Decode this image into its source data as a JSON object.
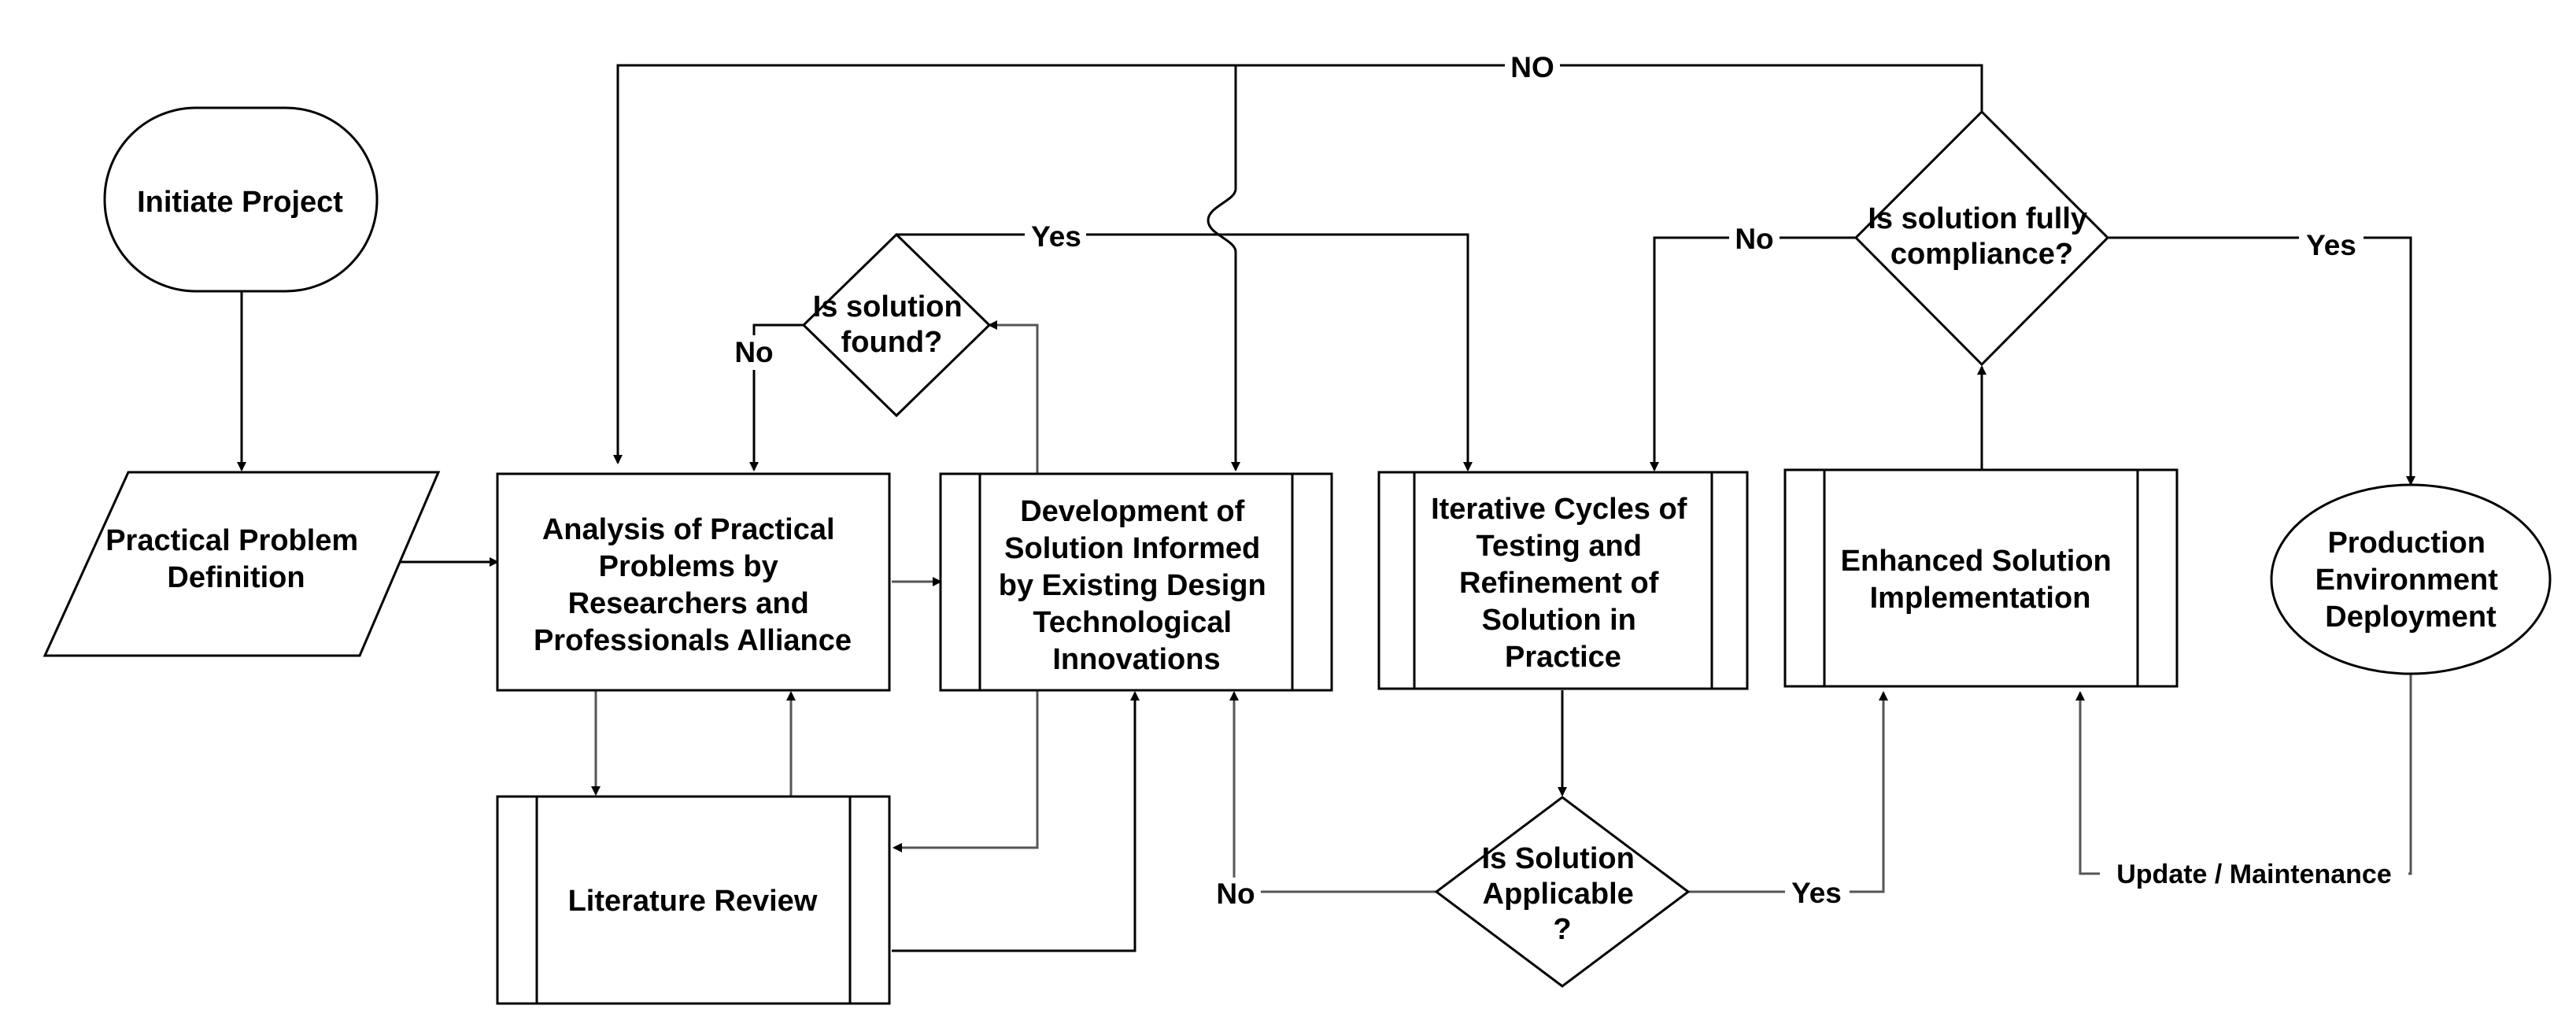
{
  "nodes": {
    "initiate": [
      "Initiate Project"
    ],
    "definition": [
      "Practical Problem",
      "Definition"
    ],
    "analysis": [
      "Analysis of Practical",
      "Problems by",
      "Researchers and",
      "Professionals Alliance"
    ],
    "development": [
      "Development of",
      "Solution Informed",
      "by Existing Design",
      "Technological",
      "Innovations"
    ],
    "iterative": [
      "Iterative Cycles of",
      "Testing and",
      "Refinement of",
      "Solution in",
      "Practice"
    ],
    "enhanced": [
      "Enhanced Solution",
      "Implementation"
    ],
    "production": [
      "Production",
      "Environment",
      "Deployment"
    ],
    "literature": [
      "Literature Review"
    ],
    "found": [
      "Is solution",
      "found?"
    ],
    "compliance": [
      "Is solution fully",
      "compliance?"
    ],
    "applicable": [
      "Is Solution",
      "Applicable",
      "?"
    ]
  },
  "edge_labels": {
    "no_top": "NO",
    "yes_found": "Yes",
    "no_found": "No",
    "no_compliance": "No",
    "yes_compliance": "Yes",
    "no_applicable": "No",
    "yes_applicable": "Yes",
    "update_maintenance": "Update / Maintenance"
  }
}
